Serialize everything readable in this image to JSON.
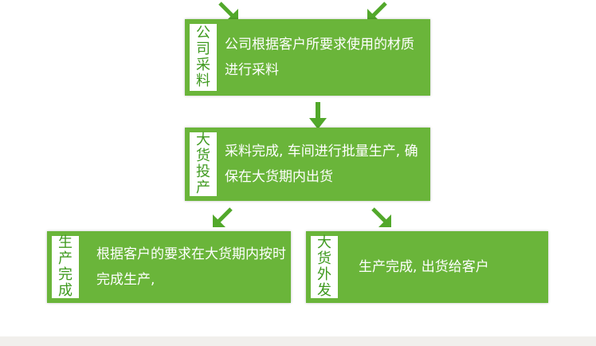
{
  "colors": {
    "green": "#6ab53a",
    "tag_text": "#3f9a1f",
    "arrow": "#52a82b"
  },
  "steps": [
    {
      "tag": "公司采料",
      "text": "公司根据客户所要求使用的材质进行采料"
    },
    {
      "tag": "大货投产",
      "text": "采料完成, 车间进行批量生产, 确保在大货期内出货"
    },
    {
      "tag": "生产完成",
      "text": "根据客户的要求在大货期内按时完成生产,"
    },
    {
      "tag": "大货外发",
      "text": "生产完成, 出货给客户"
    }
  ]
}
